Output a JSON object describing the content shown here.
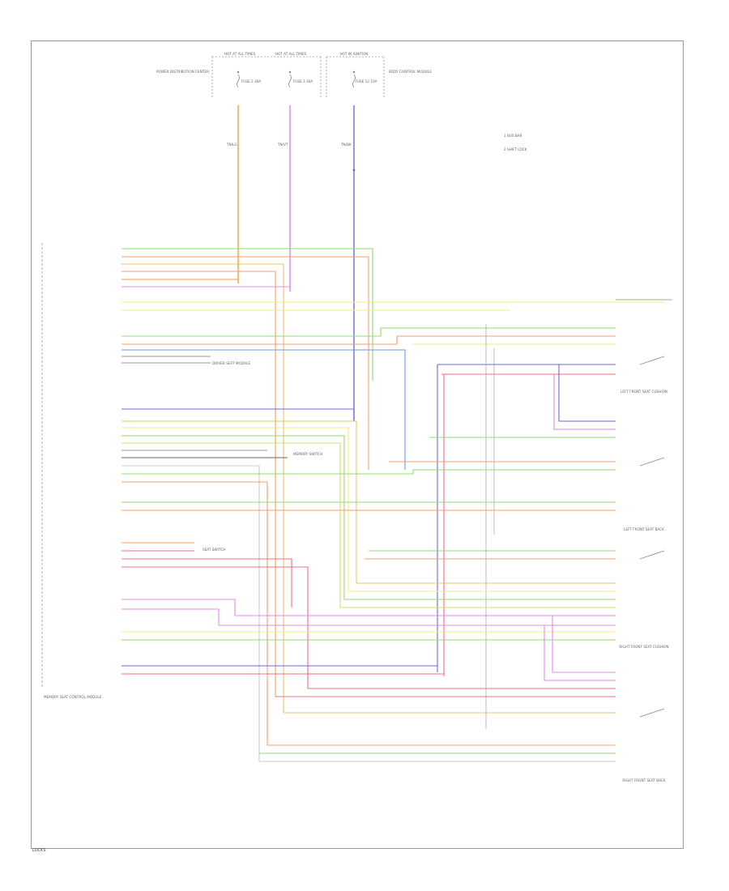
{
  "fuses": [
    {
      "label": "HOT AT ALL TIMES",
      "fuse": "FUSE 2 30A"
    },
    {
      "label": "HOT AT ALL TIMES",
      "fuse": "FUSE 3 30A"
    },
    {
      "label": "HOT IN IGNITION",
      "fuse": "FUSE 12 10A"
    }
  ],
  "fuse_boxes": [
    "POWER DISTRIBUTION CENTER",
    "BODY CONTROL MODULE"
  ],
  "legend": [
    "1 BUS BAR",
    "2 SHIFT LOCK"
  ],
  "feed_wires": [
    "TN/LG",
    "TN/VT",
    "TN/BK"
  ],
  "module_name": "MEMORY SEAT CONTROL MODULE",
  "connectors": [
    "LEFT FRONT SEAT CUSHION",
    "LEFT FRONT SEAT BACK",
    "RIGHT FRONT SEAT CUSHION",
    "RIGHT FRONT SEAT BACK"
  ],
  "side_labels": [
    "DRIVER SEAT MODULE",
    "MEMORY SWITCH",
    "SEAT SWITCH"
  ],
  "footer_code": "LOCKS"
}
